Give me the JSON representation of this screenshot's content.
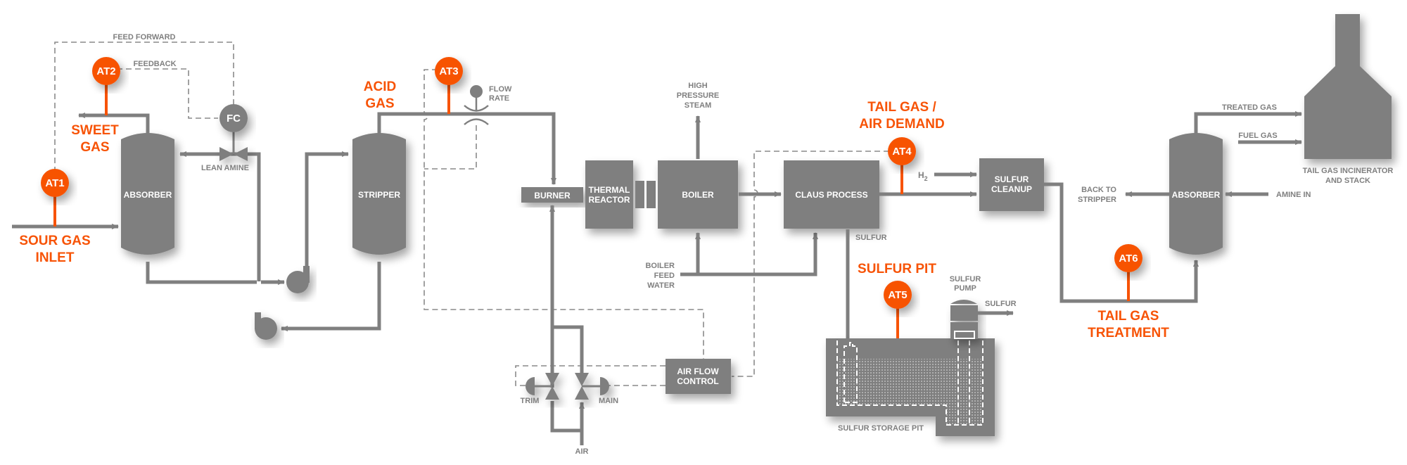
{
  "colors": {
    "equipment": "#7f7f7f",
    "analyzer": "#f75306",
    "background": "#ffffff"
  },
  "signals": {
    "feed_forward": "FEED FORWARD",
    "feedback": "FEEDBACK"
  },
  "analyzers": [
    {
      "tag": "AT1",
      "label": [
        "SOUR GAS",
        "INLET"
      ]
    },
    {
      "tag": "AT2",
      "label": [
        "SWEET",
        "GAS"
      ]
    },
    {
      "tag": "AT3",
      "label": [
        "ACID",
        "GAS"
      ]
    },
    {
      "tag": "AT4",
      "label": [
        "TAIL GAS /",
        "AIR DEMAND"
      ]
    },
    {
      "tag": "AT5",
      "label": [
        "SULFUR PIT"
      ]
    },
    {
      "tag": "AT6",
      "label": [
        "TAIL GAS",
        "TREATMENT"
      ]
    }
  ],
  "equipment": {
    "absorber1": "ABSORBER",
    "stripper": "STRIPPER",
    "fc": "FC",
    "burner": "BURNER",
    "thermal_reactor": [
      "THERMAL",
      "REACTOR"
    ],
    "boiler": "BOILER",
    "claus": "CLAUS PROCESS",
    "sulfur_cleanup": [
      "SULFUR",
      "CLEANUP"
    ],
    "absorber2": "ABSORBER",
    "air_flow_control": [
      "AIR FLOW",
      "CONTROL"
    ],
    "incinerator": [
      "TAIL GAS INCINERATOR",
      "AND STACK"
    ],
    "storage_pit": "SULFUR STORAGE PIT",
    "sulfur_pump": [
      "SULFUR",
      "PUMP"
    ]
  },
  "streams": {
    "lean_amine": "LEAN AMINE",
    "flow_rate": [
      "FLOW",
      "RATE"
    ],
    "hp_steam": [
      "HIGH",
      "PRESSURE",
      "STEAM"
    ],
    "bfw": [
      "BOILER",
      "FEED",
      "WATER"
    ],
    "sulfur_out": "SULFUR",
    "h2": "H",
    "h2_sub": "2",
    "back_to_stripper": [
      "BACK TO",
      "STRIPPER"
    ],
    "amine_in": "AMINE IN",
    "treated_gas": "TREATED GAS",
    "fuel_gas": "FUEL GAS",
    "pump_sulfur": "SULFUR",
    "trim": "TRIM",
    "main": "MAIN",
    "air": "AIR"
  }
}
